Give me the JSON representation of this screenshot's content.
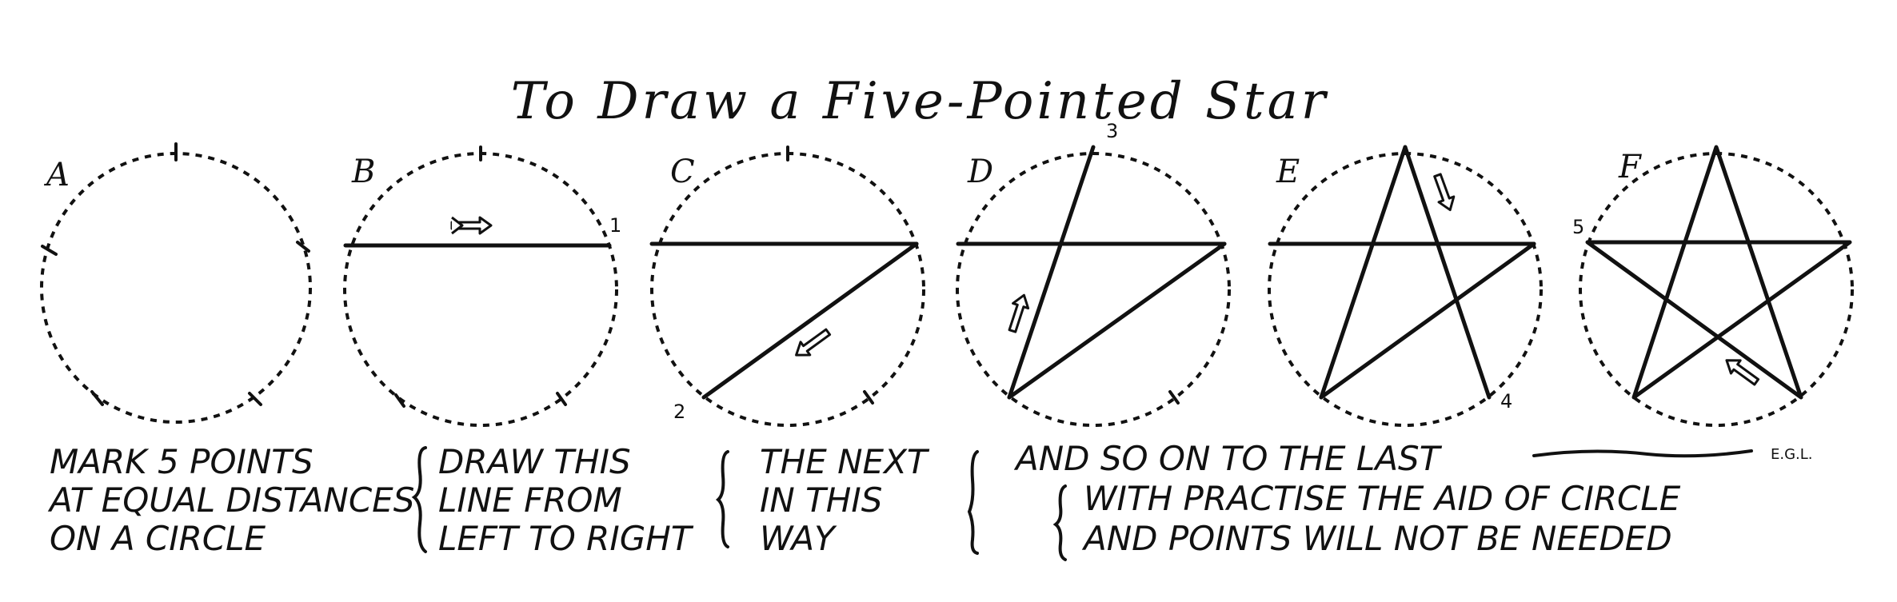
{
  "title": "To Draw a Five-Pointed Star",
  "panels": [
    {
      "letter": "A"
    },
    {
      "letter": "B"
    },
    {
      "letter": "C"
    },
    {
      "letter": "D"
    },
    {
      "letter": "E"
    },
    {
      "letter": "F"
    }
  ],
  "point_labels": {
    "p1": "1",
    "p2": "2",
    "p3": "3",
    "p4": "4",
    "p5": "5"
  },
  "captions": {
    "a": [
      "MARK 5 POINTS",
      "AT EQUAL DISTANCES",
      "ON A CIRCLE"
    ],
    "b": [
      "DRAW THIS",
      "LINE FROM",
      "LEFT TO RIGHT"
    ],
    "c": [
      "THE NEXT",
      "IN THIS",
      "WAY"
    ],
    "d": [
      "AND SO ON TO THE LAST"
    ],
    "e": [
      "WITH PRACTISE THE AID OF CIRCLE",
      "AND POINTS WILL NOT BE NEEDED"
    ]
  },
  "initials": "E.G.L."
}
